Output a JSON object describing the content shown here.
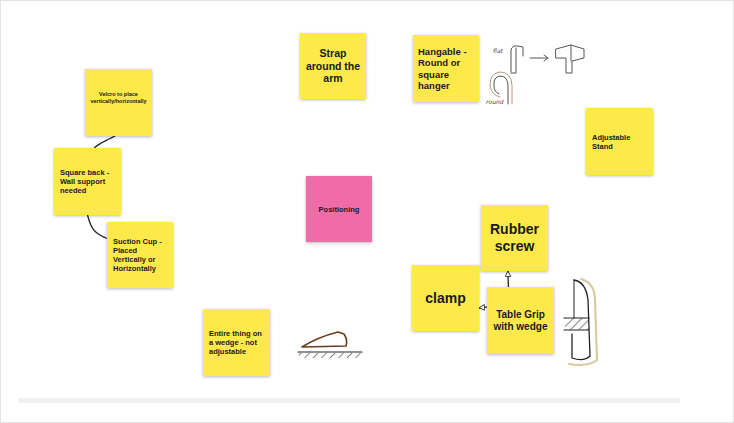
{
  "diagram": {
    "nodes": [
      {
        "text": [
          "Strap around the arm"
        ]
      },
      {
        "text": [
          "Hangable - Round or square hanger"
        ]
      },
      {
        "text": [
          "Velcro to place vertically/horizontally"
        ]
      },
      {
        "text": [
          "Adjustable Stand"
        ]
      },
      {
        "text": [
          "Square back - Wall support needed"
        ]
      },
      {
        "text": [
          "Positioning"
        ]
      },
      {
        "text": [
          "Rubber screw"
        ]
      },
      {
        "text": [
          "Suction Cup - Placed Vertically or Horizontally"
        ]
      },
      {
        "text": [
          "clamp"
        ]
      },
      {
        "text": [
          "Table Grip with wedge"
        ]
      },
      {
        "text": [
          "Entire thing on a wedge - not adjustable"
        ]
      }
    ],
    "edges": [
      {
        "from": 2,
        "to": 4,
        "arrow": "none"
      },
      {
        "from": 4,
        "to": 7,
        "arrow": "none"
      },
      {
        "from": 9,
        "to": 6,
        "arrow": "to"
      },
      {
        "from": 9,
        "to": 8,
        "arrow": "to"
      }
    ],
    "labels": [
      "flat",
      "round"
    ]
  }
}
